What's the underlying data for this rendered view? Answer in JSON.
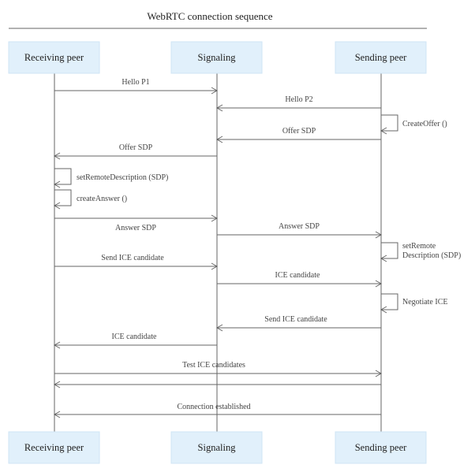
{
  "title": "WebRTC connection sequence",
  "actors": {
    "receiving": "Receiving peer",
    "signaling": "Signaling",
    "sending": "Sending peer"
  },
  "messages": [
    {
      "label": "Hello P1",
      "from": "receiving",
      "to": "signaling"
    },
    {
      "label": "Hello P2",
      "from": "sending",
      "to": "signaling"
    },
    {
      "label": "CreateOffer ()",
      "self": "sending"
    },
    {
      "label": "Offer SDP",
      "from": "sending",
      "to": "signaling"
    },
    {
      "label": "Offer SDP",
      "from": "signaling",
      "to": "receiving"
    },
    {
      "label": "setRemoteDescription (SDP)",
      "self": "receiving"
    },
    {
      "label": "createAnswer ()",
      "self": "receiving"
    },
    {
      "label": "Answer SDP",
      "from": "receiving",
      "to": "signaling"
    },
    {
      "label": "Answer SDP",
      "from": "signaling",
      "to": "sending"
    },
    {
      "label": "setRemote\nDescription (SDP)",
      "self": "sending"
    },
    {
      "label": "Send ICE candidate",
      "from": "receiving",
      "to": "signaling"
    },
    {
      "label": "ICE candidate",
      "from": "signaling",
      "to": "sending"
    },
    {
      "label": "Negotiate ICE",
      "self": "sending"
    },
    {
      "label": "Send ICE candidate",
      "from": "sending",
      "to": "signaling"
    },
    {
      "label": "ICE candidate",
      "from": "signaling",
      "to": "receiving"
    },
    {
      "label": "Test ICE candidates",
      "from": "receiving",
      "to": "sending"
    },
    {
      "label": "",
      "from": "sending",
      "to": "receiving"
    },
    {
      "label": "Connection established",
      "from": "sending",
      "to": "receiving"
    }
  ]
}
